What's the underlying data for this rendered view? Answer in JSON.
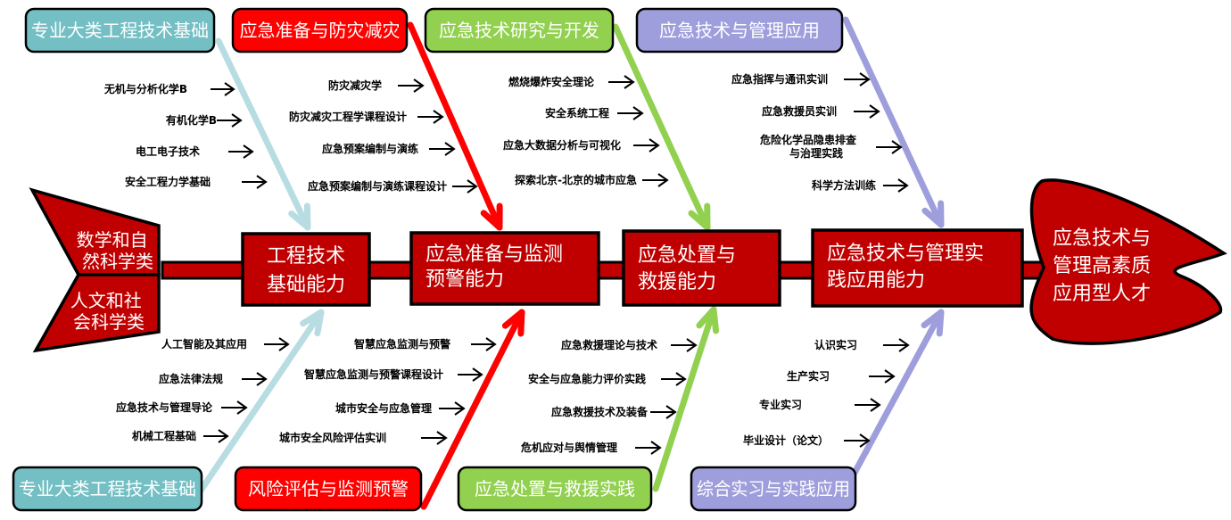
{
  "colors": {
    "spine": "#c00000",
    "outline": "#000000",
    "teal": "#73bfc4",
    "teal_line": "#b7dde2",
    "red": "#ff0000",
    "green": "#92d050",
    "purple": "#9e9edc"
  },
  "tail": {
    "upper": [
      "数学和自",
      "然科学类"
    ],
    "lower": [
      "人文和社",
      "会科学类"
    ]
  },
  "head": {
    "lines": [
      "应急技术与",
      "管理高素质",
      "应用型人才"
    ]
  },
  "capabilities": [
    {
      "lines": [
        "工程技术",
        "基础能力"
      ]
    },
    {
      "lines": [
        "应急准备与监测",
        "预警能力"
      ]
    },
    {
      "lines": [
        "应急处置与",
        "救援能力"
      ]
    },
    {
      "lines": [
        "应急技术与管理实",
        "践应用能力"
      ]
    }
  ],
  "branches": [
    {
      "top_category": "专业大类工程技术基础",
      "top_color": "teal",
      "top_courses": [
        [
          "无机与分析化学B"
        ],
        [
          "有机化学B"
        ],
        [
          "电工电子技术"
        ],
        [
          "安全工程力学基础"
        ]
      ],
      "bottom_category": "专业大类工程技术基础",
      "bottom_courses": [
        [
          "人工智能及其应用"
        ],
        [
          "应急法律法规"
        ],
        [
          "应急技术与管理导论"
        ],
        [
          "机械工程基础"
        ]
      ]
    },
    {
      "top_category": "应急准备与防灾减灾",
      "top_color": "red",
      "top_courses": [
        [
          "防灾减灾学"
        ],
        [
          "防灾减灾工程学课程设计"
        ],
        [
          "应急预案编制与演练"
        ],
        [
          "应急预案编制与演练课程设计"
        ]
      ],
      "bottom_category": "风险评估与监测预警",
      "bottom_courses": [
        [
          "智慧应急监测与预警"
        ],
        [
          "智慧应急监测与预警课程设计"
        ],
        [
          "城市安全与应急管理"
        ],
        [
          "城市安全风险评估实训"
        ]
      ]
    },
    {
      "top_category": "应急技术研究与开发",
      "top_color": "green",
      "top_courses": [
        [
          "燃烧爆炸安全理论"
        ],
        [
          "安全系统工程"
        ],
        [
          "应急大数据分析与可视化"
        ],
        [
          "探索北京-北京的城市应急"
        ]
      ],
      "bottom_category": "应急处置与救援实践",
      "bottom_courses": [
        [
          "应急救援理论与技术"
        ],
        [
          "安全与应急能力评价实践"
        ],
        [
          "应急救援技术及装备"
        ],
        [
          "危机应对与舆情管理"
        ]
      ]
    },
    {
      "top_category": "应急技术与管理应用",
      "top_color": "purple",
      "top_courses": [
        [
          "应急指挥与通讯实训"
        ],
        [
          "应急救援员实训"
        ],
        [
          "危险化学品隐患排查",
          "与治理实践"
        ],
        [
          "科学方法训练"
        ]
      ],
      "bottom_category": "综合实习与实践应用",
      "bottom_courses": [
        [
          "认识实习"
        ],
        [
          "生产实习"
        ],
        [
          "专业实习"
        ],
        [
          "毕业设计（论文）"
        ]
      ]
    }
  ]
}
